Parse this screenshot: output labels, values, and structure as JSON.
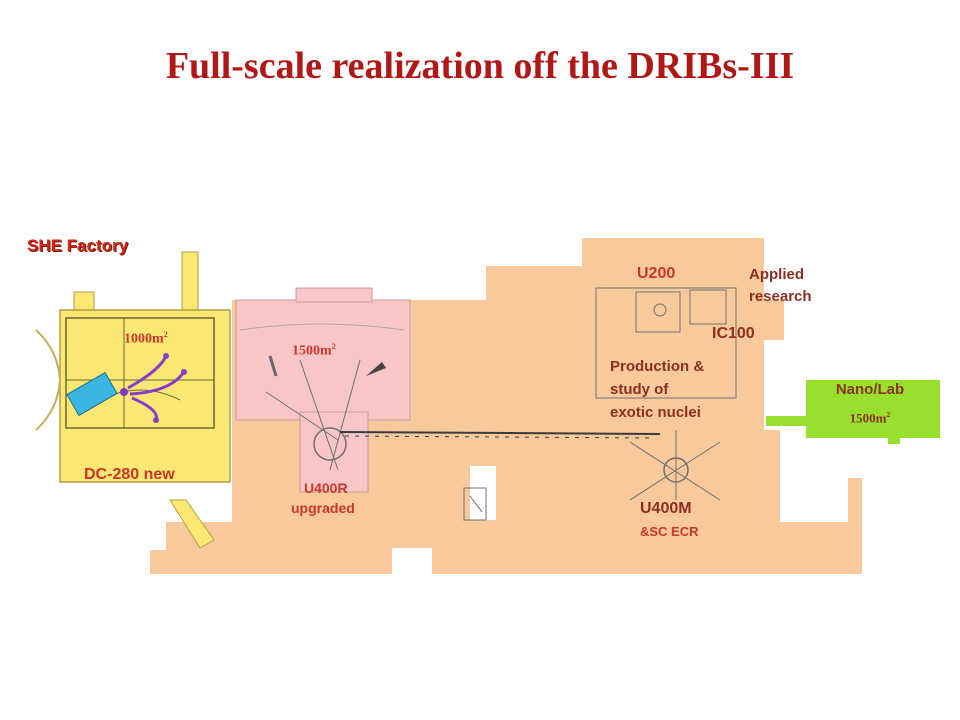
{
  "title": "Full-scale realization off the DRIBs-III",
  "labels": {
    "she_factory": "SHE Factory",
    "area_she": "1000m",
    "dc280": "DC-280 new",
    "area_u400r": "1500m",
    "u400r": "U400R",
    "upgraded": "upgraded",
    "u200": "U200",
    "applied": "Applied",
    "research": "research",
    "ic100": "IC100",
    "production_1": "Production &",
    "production_2": "study of",
    "production_3": "exotic nuclei",
    "u400m": "U400M",
    "sc_ecr": "&SC ECR",
    "nanolab": "Nano/Lab",
    "area_nano": "1500m",
    "sq": "2"
  },
  "colors": {
    "building": "#f8c99a",
    "she_floor": "#fbe874",
    "u400r_floor": "#f8c6c6",
    "nanolab": "#99e02e",
    "title": "#b01818",
    "label_red": "#c8382a"
  }
}
